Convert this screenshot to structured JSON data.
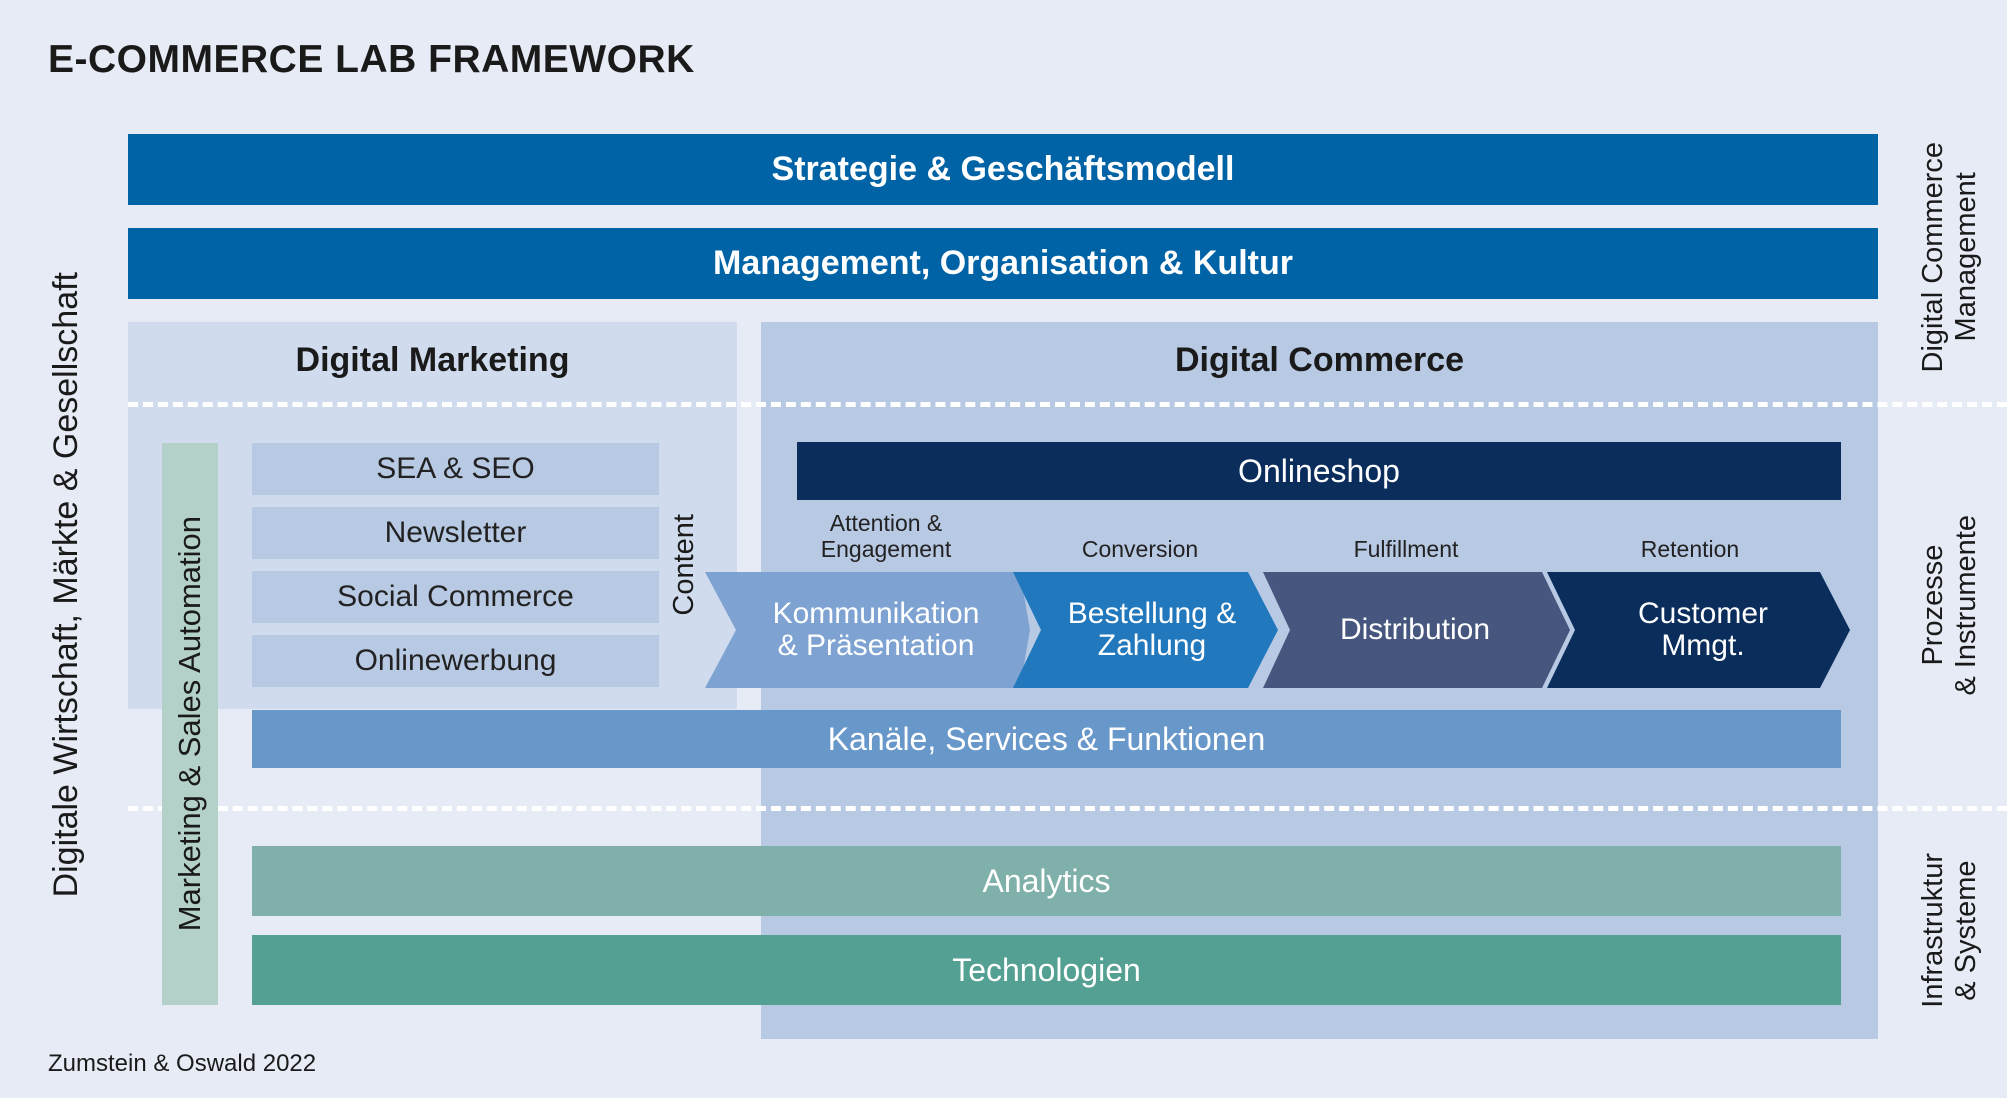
{
  "title": "E-COMMERCE LAB FRAMEWORK",
  "top_bars": {
    "strategy": "Strategie & Geschäftsmodell",
    "management": "Management, Organisation & Kultur"
  },
  "digital_marketing": {
    "heading": "Digital Marketing",
    "items": [
      "SEA & SEO",
      "Newsletter",
      "Social Commerce",
      "Onlinewerbung"
    ],
    "automation": "Marketing & Sales Automation",
    "content": "Content"
  },
  "digital_commerce": {
    "heading": "Digital Commerce",
    "onlineshop": "Onlineshop",
    "stages": [
      {
        "label": "Attention &\nEngagement",
        "arrow": "Kommunikation\n& Präsentation",
        "color": "#7ea3d2"
      },
      {
        "label": "Conversion",
        "arrow": "Bestellung &\nZahlung",
        "color": "#2178bd"
      },
      {
        "label": "Fulfillment",
        "arrow": "Distribution",
        "color": "#47567e"
      },
      {
        "label": "Retention",
        "arrow": "Customer\nMmgt.",
        "color": "#0a2d5c"
      }
    ]
  },
  "channels": "Kanäle, Services & Funktionen",
  "analytics": "Analytics",
  "technology": "Technologien",
  "side_left": "Digitale Wirtschaft, Märkte & Gesellschaft",
  "side_right": {
    "management": "Digital Commerce\nManagement",
    "processes": "Prozesse\n& Instrumente",
    "infrastructure": "Infrastruktur\n& Systeme"
  },
  "footer": "Zumstein & Oswald 2022"
}
